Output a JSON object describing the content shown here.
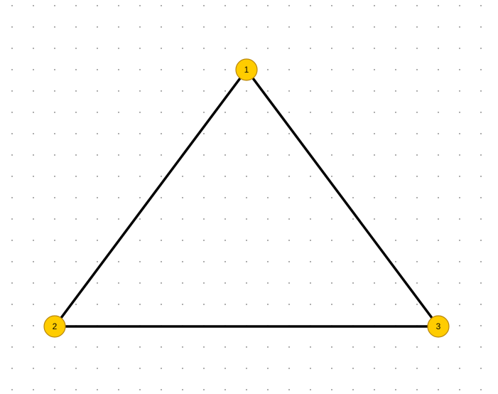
{
  "diagram": {
    "nodes": [
      {
        "id": "1",
        "label": "1"
      },
      {
        "id": "2",
        "label": "2"
      },
      {
        "id": "3",
        "label": "3"
      }
    ],
    "edges": [
      {
        "from": "1",
        "to": "2"
      },
      {
        "from": "1",
        "to": "3"
      },
      {
        "from": "2",
        "to": "3"
      }
    ],
    "colors": {
      "node_fill": "#FFCC00",
      "node_stroke": "#B8860B",
      "edge": "#000000",
      "grid_dot": "#333333",
      "background": "#FFFFFF"
    }
  }
}
